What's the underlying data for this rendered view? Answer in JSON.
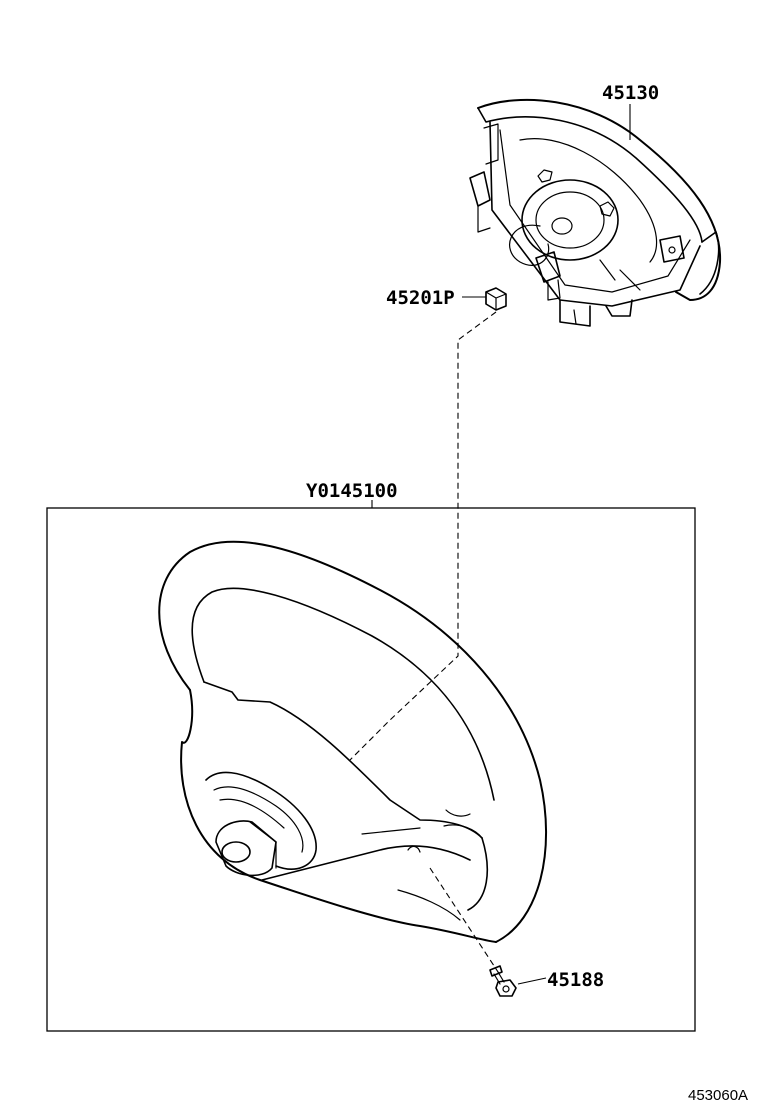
{
  "parts": {
    "airbag_pad": {
      "number": "45130",
      "icon": "airbag-pad-illustration"
    },
    "nut": {
      "number": "45201P",
      "icon": "nut-icon"
    },
    "steering_wheel_assembly": {
      "number": "Y0145100",
      "icon": "steering-wheel-illustration"
    },
    "screw": {
      "number": "45188",
      "icon": "screw-icon"
    }
  },
  "figure_code": "453060A"
}
